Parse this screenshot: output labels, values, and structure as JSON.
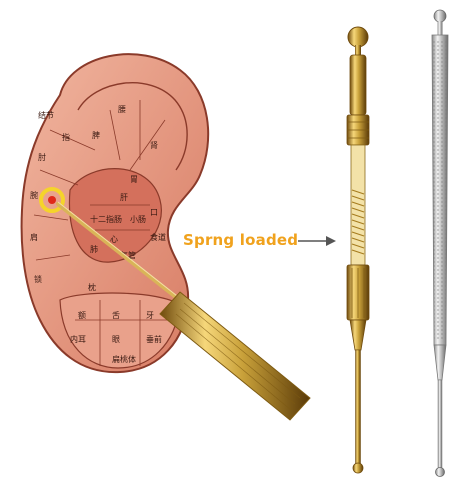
{
  "callout": {
    "text": "Sprng loaded"
  },
  "ear_zone_labels": [
    "结节",
    "肘",
    "腕",
    "肩",
    "锁",
    "指",
    "腰",
    "脾",
    "肝",
    "肾",
    "胃",
    "十二指肠",
    "小肠",
    "口",
    "食道",
    "心",
    "肺",
    "气管",
    "枕",
    "额",
    "舌",
    "牙",
    "内耳",
    "眼",
    "垂前",
    "扁桃体"
  ],
  "colors": {
    "ear_skin": "#e89a84",
    "ear_zone": "#d4705c",
    "ear_outline": "#8a3a2a",
    "probe_brass": "#c9a13a",
    "probe_shadow": "#7d5a12",
    "probe_silver": "#c8c8c8",
    "accent_orange": "#f0a21d"
  },
  "icons": [
    "ear-acupuncture-chart",
    "brass-probe-icon",
    "silver-probe-icon",
    "arrow-right-icon"
  ]
}
